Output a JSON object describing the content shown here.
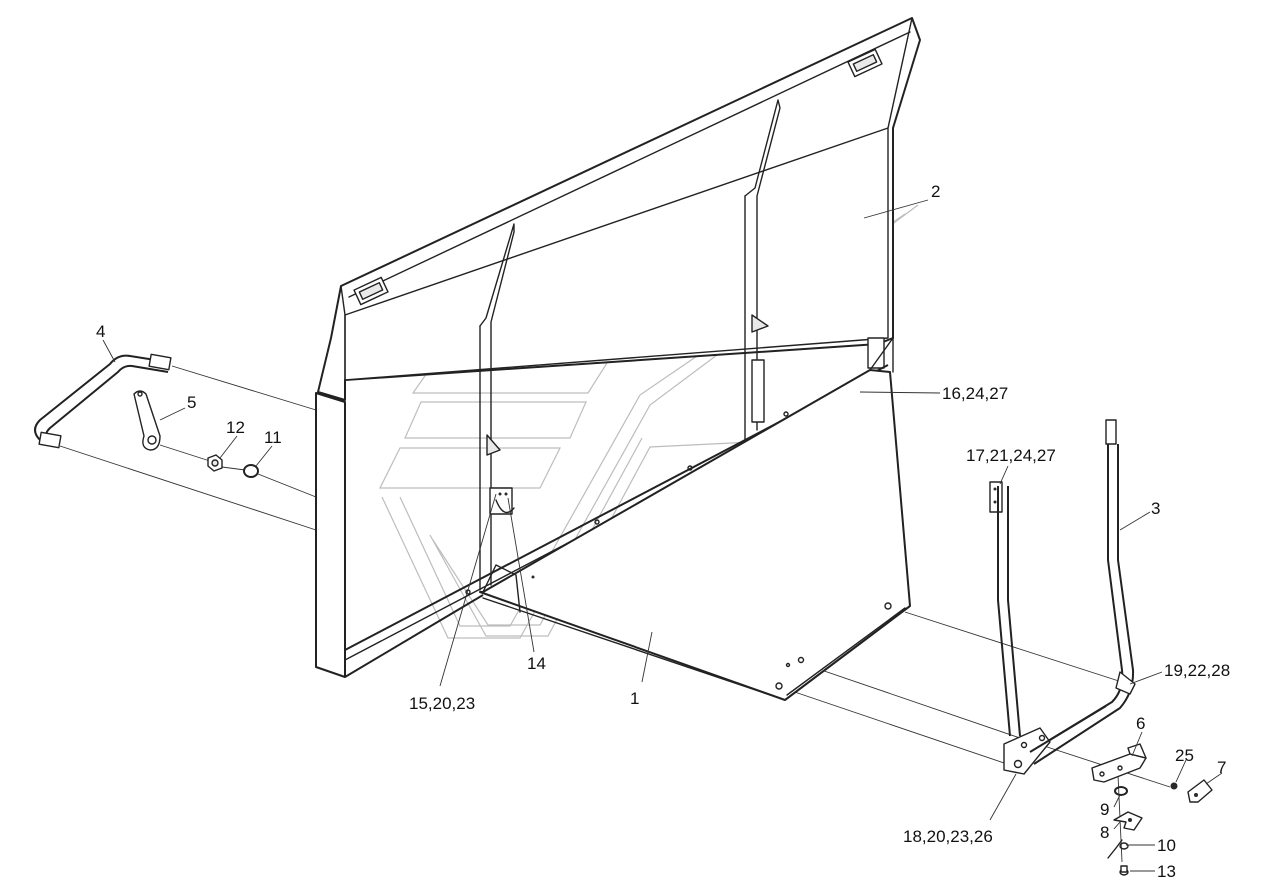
{
  "callouts": {
    "c1": "1",
    "c2": "2",
    "c3": "3",
    "c4": "4",
    "c5": "5",
    "c6": "6",
    "c7": "7",
    "c8": "8",
    "c9": "9",
    "c10": "10",
    "c11": "11",
    "c12": "12",
    "c13": "13",
    "c14": "14",
    "c15": "15,20,23",
    "c16": "16,24,27",
    "c17": "17,21,24,27",
    "c18": "18,20,23,26",
    "c19": "19,22,28",
    "c25": "25"
  }
}
